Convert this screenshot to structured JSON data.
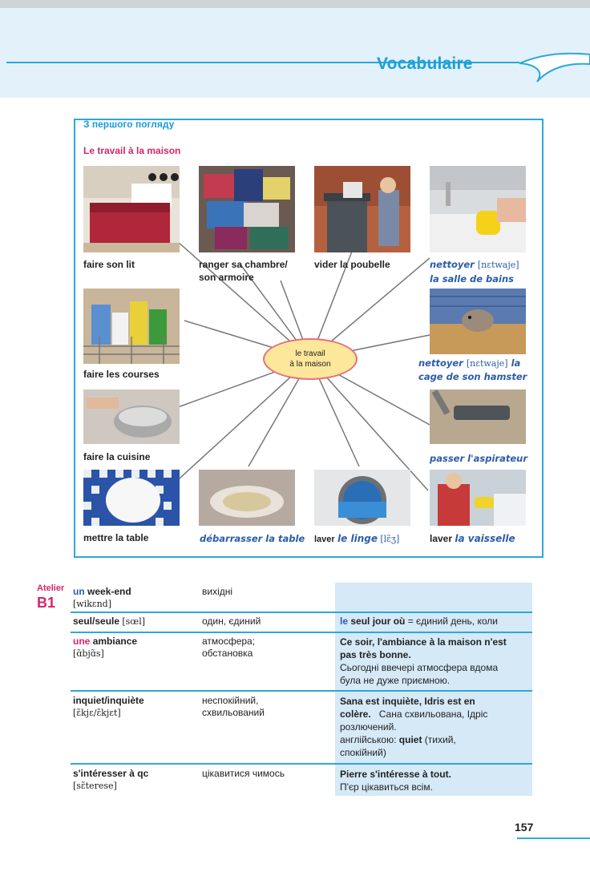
{
  "header": {
    "title": "Vocabulaire"
  },
  "section": {
    "title": "З першого погляду",
    "subtitle": "Le travail à la maison"
  },
  "hub": {
    "line1": "le travail",
    "line2": "à la maison"
  },
  "captions": {
    "faire_lit": "faire son lit",
    "ranger_1": "ranger sa chambre/",
    "ranger_2": "son armoire",
    "vider": "vider la poubelle",
    "nettoyer_sdb_word": "nettoyer",
    "nettoyer_sdb_ph": "[nɛtwaje]",
    "nettoyer_sdb_2": "la salle de bains",
    "courses": "faire les courses",
    "nettoyer_h_word": "nettoyer",
    "nettoyer_h_ph": "[nɛtwaje]",
    "nettoyer_h_la": "la",
    "nettoyer_h_2": "cage de son hamster",
    "cuisine": "faire la cuisine",
    "aspirateur": "passer l'aspirateur",
    "table": "mettre la table",
    "debarrasser": "débarrasser la table",
    "laver_1": "laver",
    "linge": "le linge",
    "linge_ph": "[lɛ̃ʒ]",
    "laver_2": "laver",
    "vaisselle": "la vaisselle"
  },
  "atelier": {
    "label": "Atelier",
    "level": "B1"
  },
  "vocab": [
    {
      "article": "un",
      "word": "week-end",
      "phonetic": "[wikɛnd]",
      "translation": "вихідні",
      "example_bold": "",
      "example_rest": ""
    },
    {
      "article": "",
      "word": "seul/seule",
      "phonetic": "[sœl]",
      "translation": "один, єдиний",
      "ex_le": "le",
      "example_bold": "seul jour où",
      "example_rest": "= єдиний день, коли"
    },
    {
      "article": "une",
      "word": "ambiance",
      "phonetic": "[ɑ̃bjɑ̃s]",
      "translation_1": "атмосфера;",
      "translation_2": "обстановка",
      "example_bold_1": "Ce soir, l'ambiance à la maison n'est",
      "example_bold_2": "pas très bonne.",
      "example_rest_1": "Сьогодні ввечері атмосфера вдома",
      "example_rest_2": "була не дуже приємною."
    },
    {
      "article": "",
      "word": "inquiet/inquiète",
      "phonetic": "[ɛ̃kjɛ/ɛ̃kjɛt]",
      "translation_1": "неспокійний,",
      "translation_2": "схвильований",
      "example_bold_1": "Sana est inquiète, Idris est en",
      "example_bold_2": "colère.",
      "example_rest_1": "Сана схвильована, Ідріс",
      "example_rest_2": "розлючений.",
      "example_rest_3": "англійською:",
      "example_bold_3": "quiet",
      "example_rest_4": "(тихий,",
      "example_rest_5": "спокійний)"
    },
    {
      "article": "",
      "word": "s'intéresser à qc",
      "phonetic": "[sɛ̃terese]",
      "translation": "цікавитися чимось",
      "example_bold": "Pierre s'intéresse à tout.",
      "example_rest": "П'єр цікавиться всім."
    }
  ],
  "page_number": "157"
}
